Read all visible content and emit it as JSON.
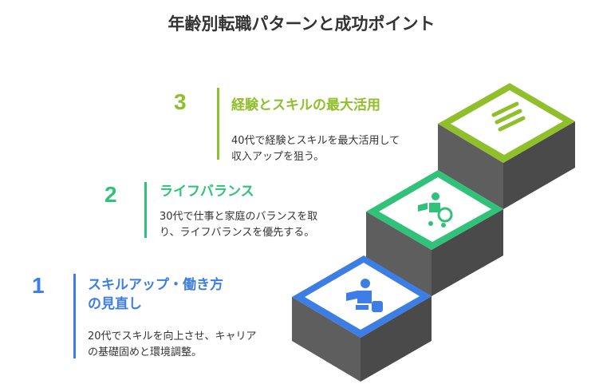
{
  "title": "年齢別転職パターンと成功ポイント",
  "colors": {
    "blue": "#3c7de6",
    "green": "#31c27a",
    "lime": "#8fbf2a",
    "dark": "#333333",
    "side": "#5e5e5e",
    "side_dark": "#4a4a4a"
  },
  "steps": [
    {
      "number": "1",
      "title_line1": "スキルアップ・働き方",
      "title_line2": "の見直し",
      "desc_line1": "20代でスキルを向上させ、キャリア",
      "desc_line2": "の基礎固めと環境調整。",
      "icon": "person-laptop-icon"
    },
    {
      "number": "2",
      "title_line1": "ライフバランス",
      "desc_line1": "30代で仕事と家庭のバランスを取",
      "desc_line2": "り、ライフバランスを優先する。",
      "icon": "person-stroller-icon"
    },
    {
      "number": "3",
      "title_line1": "経験とスキルの最大活用",
      "desc_line1": "40代で経験とスキルを最大活用して",
      "desc_line2": "収入アップを狙う。",
      "icon": "stacked-bars-icon"
    }
  ]
}
